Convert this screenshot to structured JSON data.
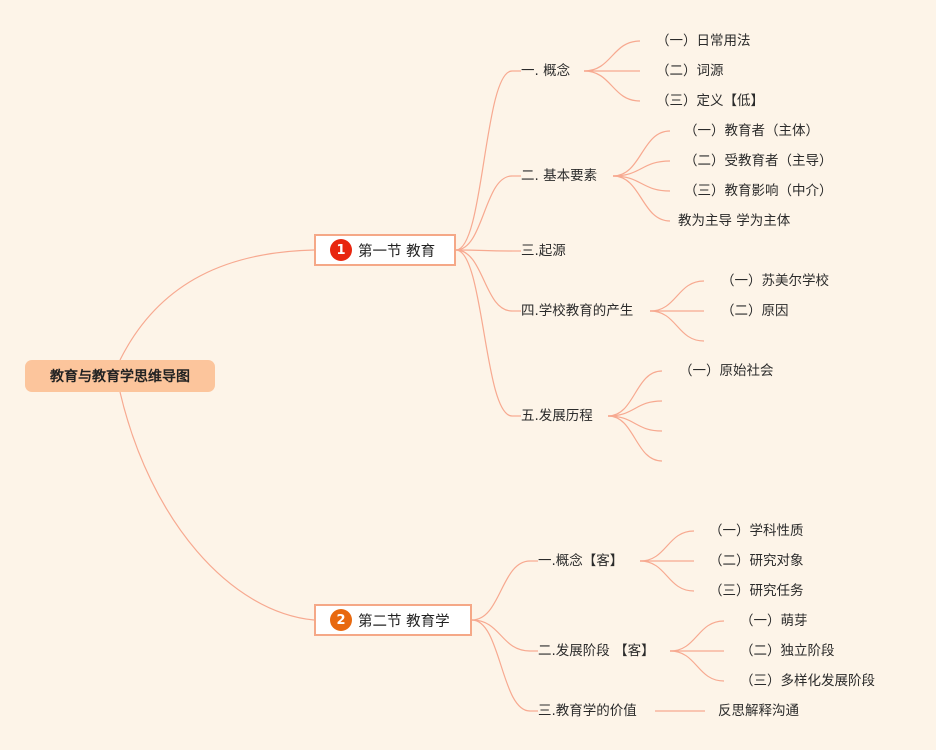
{
  "root": {
    "title": "教育与教育学思维导图"
  },
  "sec1": {
    "num": "1",
    "title": "第一节 教育",
    "color": "#e8260f",
    "b1": {
      "label": "一. 概念",
      "items": [
        "（一）日常用法",
        "（二）词源",
        "（三）定义【低】"
      ]
    },
    "b2": {
      "label": "二. 基本要素",
      "items": [
        "（一）教育者（主体）",
        "（二）受教育者（主导）",
        "（三）教育影响（中介）",
        "教为主导 学为主体"
      ]
    },
    "b3": {
      "label": "三.起源"
    },
    "b4": {
      "label": "四.学校教育的产生",
      "items": [
        "（一）苏美尔学校",
        "（二）原因"
      ]
    },
    "b5": {
      "label": "五.发展历程",
      "items": [
        "（一）原始社会"
      ]
    }
  },
  "sec2": {
    "num": "2",
    "title": "第二节 教育学",
    "color": "#e8690f",
    "b1": {
      "label": "一.概念【客】",
      "items": [
        "（一）学科性质",
        "（二）研究对象",
        "（三）研究任务"
      ]
    },
    "b2": {
      "label": "二.发展阶段 【客】",
      "items": [
        "（一）萌芽",
        "（二）独立阶段",
        "（三）多样化发展阶段"
      ]
    },
    "b3": {
      "label": "三.教育学的价值",
      "items": [
        "反思解释沟通"
      ]
    }
  }
}
